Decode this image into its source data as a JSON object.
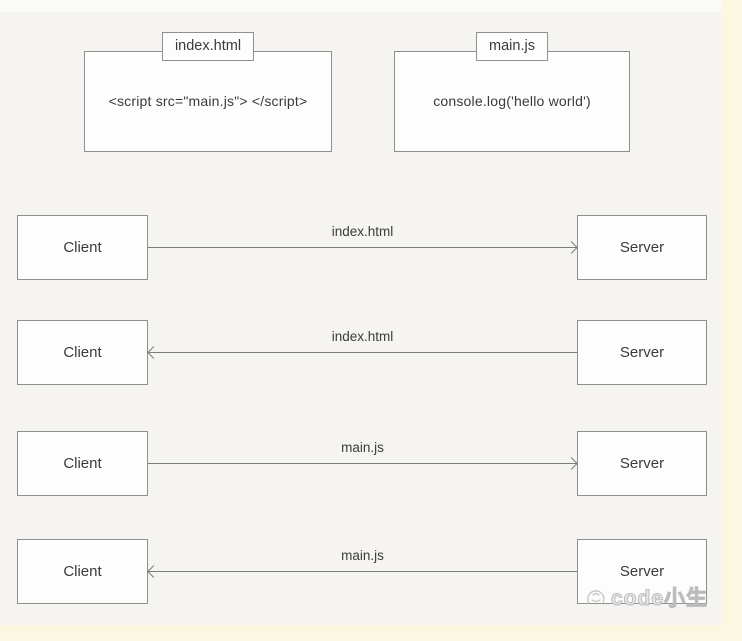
{
  "colors": {
    "background": "#f5f4f1",
    "edge_strips": "#fbf7e0",
    "box_background": "#fdfdfd",
    "box_border": "#8f8f8f",
    "arrow_line": "#7c7c7c",
    "text": "#3b3b3b",
    "watermark": "#bcbcbc"
  },
  "file_boxes": [
    {
      "tab": "index.html",
      "content": "<script src=\"main.js\"> </script>"
    },
    {
      "tab": "main.js",
      "content": "console.log('hello world')"
    }
  ],
  "rows": [
    {
      "left": "Client",
      "right": "Server",
      "label": "index.html",
      "direction": "right"
    },
    {
      "left": "Client",
      "right": "Server",
      "label": "index.html",
      "direction": "left"
    },
    {
      "left": "Client",
      "right": "Server",
      "label": "main.js",
      "direction": "right"
    },
    {
      "left": "Client",
      "right": "Server",
      "label": "main.js",
      "direction": "left"
    }
  ],
  "watermark": {
    "text": "code小生"
  }
}
